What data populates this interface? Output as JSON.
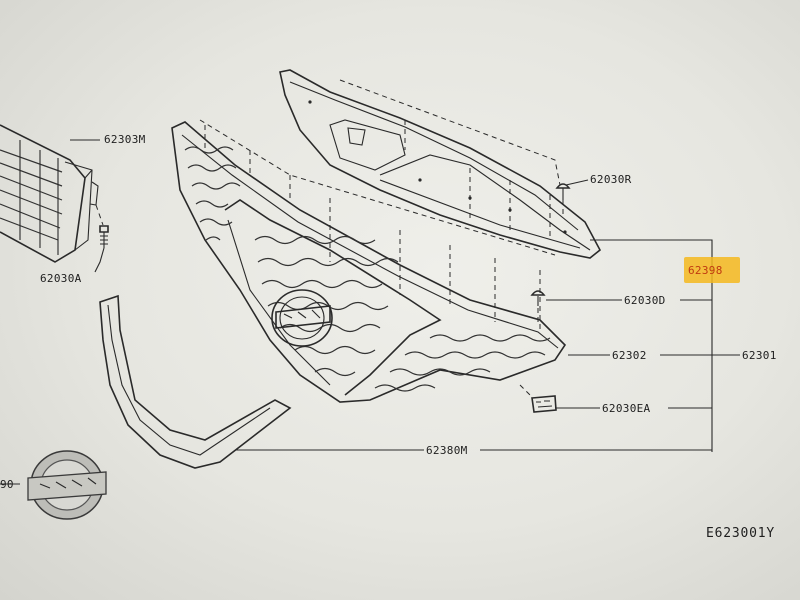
{
  "diagram": {
    "id": "E623001Y",
    "highlight_color": "#f5b91e",
    "parts": [
      {
        "key": "grille_lower_insert",
        "label": "62303M"
      },
      {
        "key": "clip_left",
        "label": "62030A"
      },
      {
        "key": "clip_top",
        "label": "62030R"
      },
      {
        "key": "upper_cover",
        "label": "62398",
        "highlighted": true
      },
      {
        "key": "clip_right",
        "label": "62030D"
      },
      {
        "key": "grille_assy",
        "label": "62302"
      },
      {
        "key": "grille_complete",
        "label": "62301"
      },
      {
        "key": "clip_ea",
        "label": "62030EA"
      },
      {
        "key": "molding",
        "label": "62380M"
      },
      {
        "key": "emblem",
        "label": "90"
      }
    ]
  }
}
